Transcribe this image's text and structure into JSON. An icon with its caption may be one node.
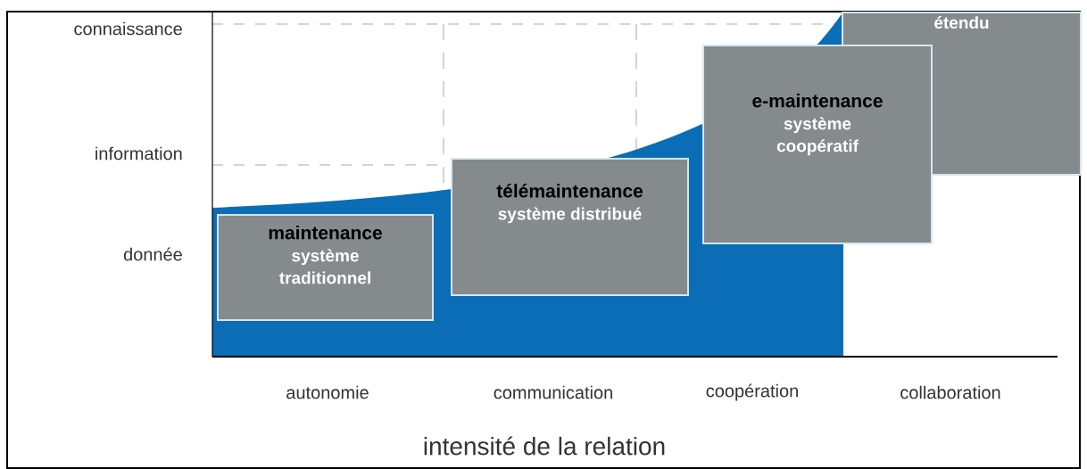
{
  "diagram": {
    "nodes": [
      {
        "text": [
          "maintenance",
          "système traditionnel"
        ]
      },
      {
        "text": [
          "télémaintenance",
          "système distribué"
        ]
      },
      {
        "text": [
          "e-maintenance",
          "système coopératif"
        ]
      },
      {
        "text": [
          "étendu"
        ]
      }
    ],
    "labels": [
      "connaissance",
      "information",
      "donnée",
      "autonomie",
      "communication",
      "coopération",
      "collaboration",
      "intensité de la relation"
    ]
  }
}
